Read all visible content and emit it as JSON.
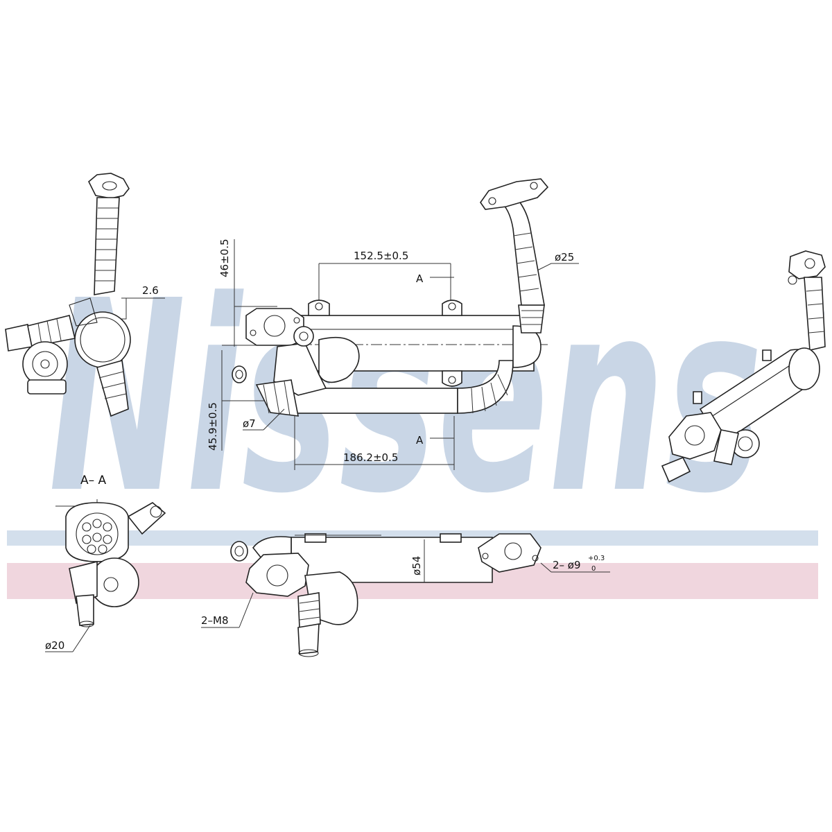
{
  "brand": {
    "watermark": "Nissens",
    "registered_mark": "®",
    "watermark_color": "#c9d6e6",
    "stripe_blue": "#d3dfec",
    "stripe_pink": "#f0d6de"
  },
  "section": {
    "title": "A– A"
  },
  "dimensions": {
    "top_span": "152.5±0.5",
    "bottom_span": "186.2±0.5",
    "height_top": "46±0.5",
    "height_bottom": "45.9±0.5",
    "pipe_diameter": "ø25",
    "bolt_hole": "ø7",
    "wall": "2.6",
    "section_marker_top": "A",
    "section_marker_bottom": "A",
    "outlet_diameter": "ø20",
    "thread": "2–M8",
    "body_diameter": "ø54",
    "flange_holes": "2– ø9",
    "flange_tol_upper": "+0.3",
    "flange_tol_lower": "0"
  }
}
